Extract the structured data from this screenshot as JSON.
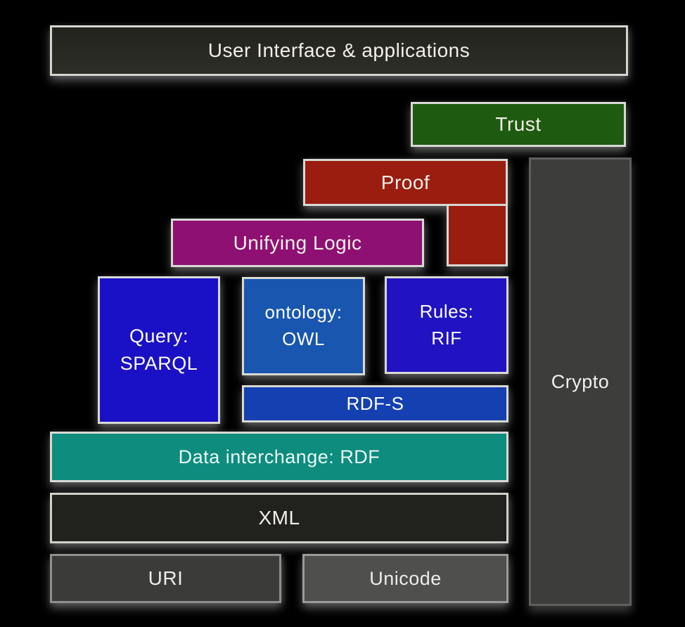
{
  "diagram": {
    "name": "Semantic Web layered stack",
    "background_color": "#000000",
    "layers": {
      "user_interface": {
        "label": "User Interface & applications",
        "color": "#2a2a24"
      },
      "trust": {
        "label": "Trust",
        "color": "#1e5a10"
      },
      "proof": {
        "label": "Proof",
        "color": "#9a1d0f"
      },
      "unifying_logic": {
        "label": "Unifying Logic",
        "color": "#8e1072"
      },
      "query": {
        "line1": "Query:",
        "line2": "SPARQL",
        "color": "#1a11c6"
      },
      "ontology": {
        "line1": "ontology:",
        "line2": "OWL",
        "color": "#1856b0"
      },
      "rules": {
        "line1": "Rules:",
        "line2": "RIF",
        "color": "#2113c2"
      },
      "rdf_s": {
        "label": "RDF-S",
        "color": "#1540b2"
      },
      "data_interchange": {
        "label": "Data interchange: RDF",
        "color": "#0e8c7e"
      },
      "xml": {
        "label": "XML",
        "color": "#21211d"
      },
      "uri": {
        "label": "URI",
        "color": "#3b3b39"
      },
      "unicode": {
        "label": "Unicode",
        "color": "#4f4f4d"
      },
      "crypto": {
        "label": "Crypto",
        "color": "#3d3d3b"
      }
    }
  }
}
